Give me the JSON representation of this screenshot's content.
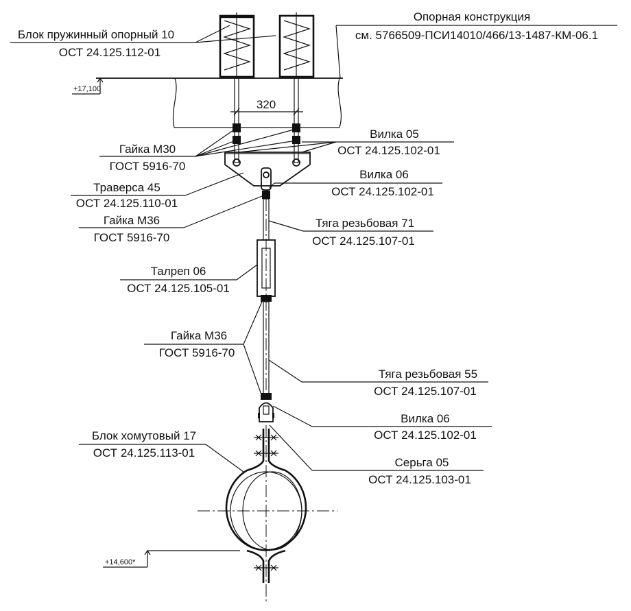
{
  "drawing": {
    "elevations": {
      "top": "+17,100",
      "bottom": "+14,600*"
    },
    "dimension_spacing": "320",
    "callouts": [
      {
        "name": "Блок пружинный опорный 10",
        "standard": "ОСТ 24.125.112-01"
      },
      {
        "name": "Опорная конструкция",
        "standard": "см. 5766509-ПСИ14010/466/13-1487-КМ-06.1"
      },
      {
        "name": "Гайка М30",
        "standard": "ГОСТ 5916-70"
      },
      {
        "name": "Вилка 05",
        "standard": "ОСТ 24.125.102-01"
      },
      {
        "name": "Траверса 45",
        "standard": "ОСТ 24.125.110-01"
      },
      {
        "name": "Вилка 06",
        "standard": "ОСТ 24.125.102-01"
      },
      {
        "name": "Гайка М36",
        "standard": "ГОСТ 5916-70"
      },
      {
        "name": "Тяга резьбовая 71",
        "standard": "ОСТ 24.125.107-01"
      },
      {
        "name": "Талреп 06",
        "standard": "ОСТ 24.125.105-01"
      },
      {
        "name": "Гайка М36",
        "standard": "ГОСТ 5916-70"
      },
      {
        "name": "Тяга резьбовая 55",
        "standard": "ОСТ 24.125.107-01"
      },
      {
        "name": "Вилка 06",
        "standard": "ОСТ 24.125.102-01"
      },
      {
        "name": "Блок хомутовый 17",
        "standard": "ОСТ 24.125.113-01"
      },
      {
        "name": "Серьга 05",
        "standard": "ОСТ 24.125.103-01"
      }
    ]
  }
}
